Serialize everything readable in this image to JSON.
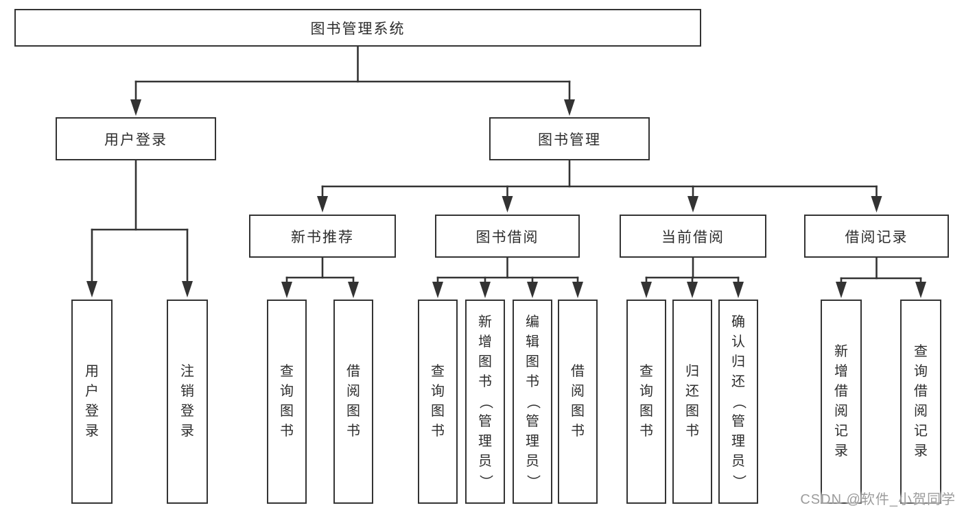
{
  "colors": {
    "line": "#333333",
    "box_border": "#333333",
    "box_fill": "#ffffff",
    "text": "#2d2d2d",
    "watermark": "#9c9c9c"
  },
  "watermark": {
    "text": "CSDN @软件_小贺同学"
  },
  "tree": {
    "label": "图书管理系统",
    "children": [
      {
        "label": "用户登录",
        "children": [
          {
            "label": "用户登录"
          },
          {
            "label": "注销登录"
          }
        ]
      },
      {
        "label": "图书管理",
        "children": [
          {
            "label": "新书推荐",
            "children": [
              {
                "label": "查询图书"
              },
              {
                "label": "借阅图书"
              }
            ]
          },
          {
            "label": "图书借阅",
            "children": [
              {
                "label": "查询图书"
              },
              {
                "label": "新增图书（管理员）"
              },
              {
                "label": "编辑图书（管理员）"
              },
              {
                "label": "借阅图书"
              }
            ]
          },
          {
            "label": "当前借阅",
            "children": [
              {
                "label": "查询图书"
              },
              {
                "label": "归还图书"
              },
              {
                "label": "确认归还（管理员）"
              }
            ]
          },
          {
            "label": "借阅记录",
            "children": [
              {
                "label": "新增借阅记录"
              },
              {
                "label": "查询借阅记录"
              }
            ]
          }
        ]
      }
    ]
  }
}
